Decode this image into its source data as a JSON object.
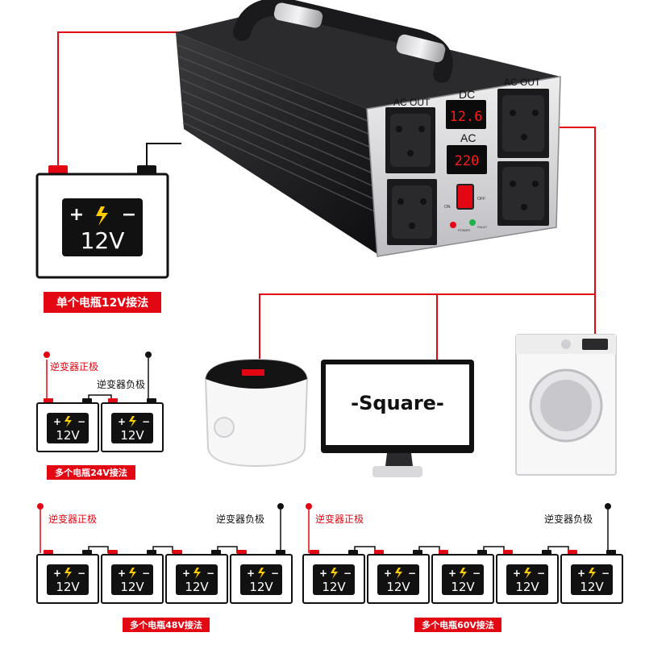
{
  "inverter": {
    "dc_label": "DC",
    "ac_label": "AC",
    "ac_out_left": "AC OUT",
    "ac_out_right": "AC OUT",
    "dc_reading": "12.6",
    "ac_reading": "220",
    "on_label": "ON",
    "off_label": "OFF",
    "power_label": "POWER",
    "fault_label": "FAULT"
  },
  "battery_face": {
    "plus": "+",
    "minus": "−",
    "voltage": "12V"
  },
  "monitor": {
    "brand": "-Square-"
  },
  "captions": {
    "single": "单个电瓶12V接法",
    "v24": "多个电瓶24V接法",
    "v48": "多个电瓶48V接法",
    "v60": "多个电瓶60V接法"
  },
  "terminals": {
    "inverter_positive": "逆变器正极",
    "inverter_negative": "逆变器负极",
    "plus_sign": "+",
    "minus_sign": "−"
  },
  "colors": {
    "wire_red": "#e30613",
    "wire_black": "#111111",
    "display_red": "#ff1a1a",
    "inverter_body": "#1c1c1e",
    "panel_silver": "#d9d9dc"
  }
}
